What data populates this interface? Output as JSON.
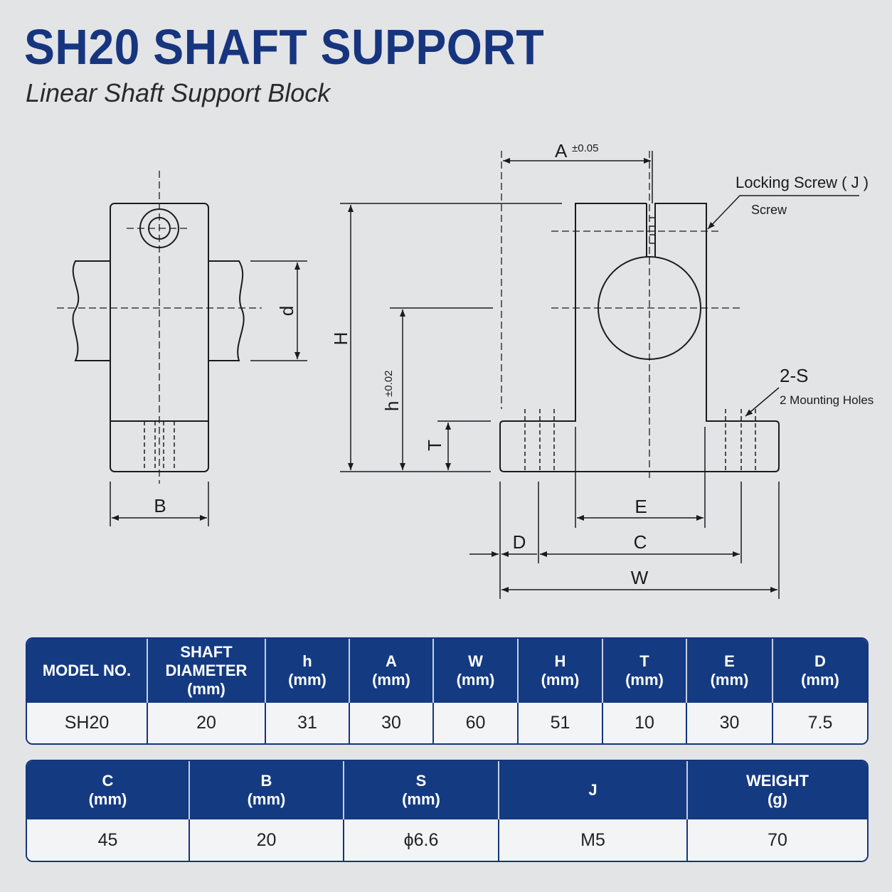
{
  "header": {
    "title": "SH20 SHAFT SUPPORT",
    "subtitle": "Linear Shaft Support Block"
  },
  "drawing": {
    "labels": {
      "A": "A",
      "A_tol": "±0.05",
      "H": "H",
      "h": "h",
      "h_tol": "±0.02",
      "T": "T",
      "d": "d",
      "B": "B",
      "E": "E",
      "C": "C",
      "D": "D",
      "W": "W",
      "locking_screw": "Locking Screw ( J )",
      "screw": "Screw",
      "two_s": "2-S",
      "mounting_holes": "2 Mounting Holes"
    }
  },
  "table1": {
    "headers": [
      [
        "MODEL NO."
      ],
      [
        "SHAFT",
        "DIAMETER",
        "(mm)"
      ],
      [
        "h",
        "(mm)"
      ],
      [
        "A",
        "(mm)"
      ],
      [
        "W",
        "(mm)"
      ],
      [
        "H",
        "(mm)"
      ],
      [
        "T",
        "(mm)"
      ],
      [
        "E",
        "(mm)"
      ],
      [
        "D",
        "(mm)"
      ]
    ],
    "row": [
      "SH20",
      "20",
      "31",
      "30",
      "60",
      "51",
      "10",
      "30",
      "7.5"
    ]
  },
  "table2": {
    "headers": [
      [
        "C",
        "(mm)"
      ],
      [
        "B",
        "(mm)"
      ],
      [
        "S",
        "(mm)"
      ],
      [
        "J"
      ],
      [
        "WEIGHT",
        "(g)"
      ]
    ],
    "row": [
      "45",
      "20",
      "ϕ6.6",
      "M5",
      "70"
    ]
  },
  "colors": {
    "title": "#17357f",
    "table_header": "#143b82",
    "background": "#e3e4e6"
  }
}
